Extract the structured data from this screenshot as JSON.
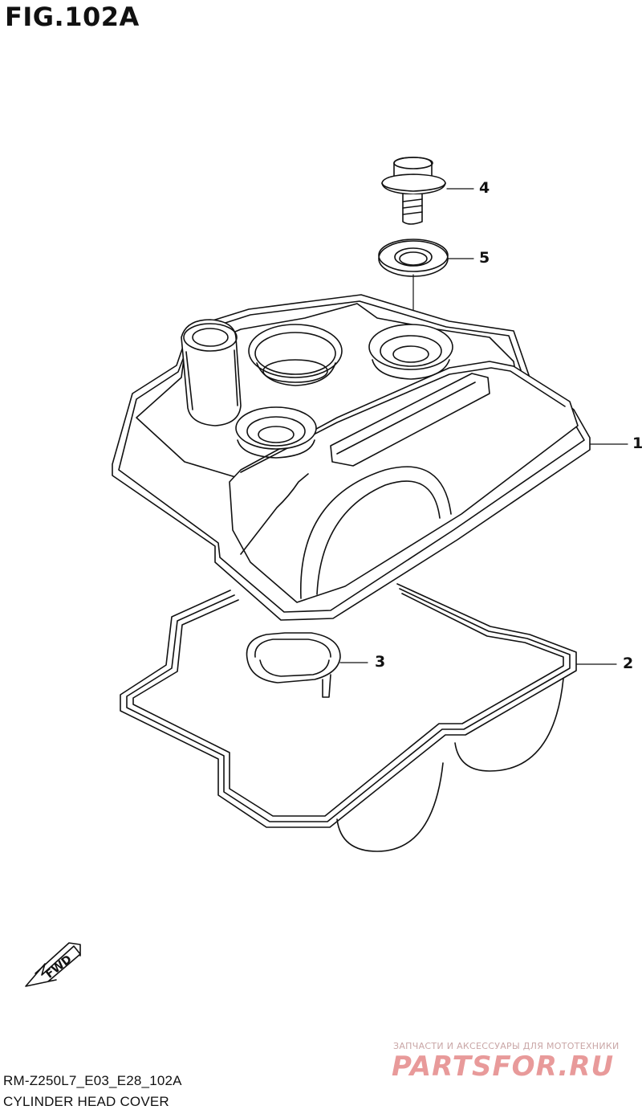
{
  "figure": {
    "title": "FIG.102A"
  },
  "callouts": [
    {
      "id": "1",
      "label": "1"
    },
    {
      "id": "2",
      "label": "2"
    },
    {
      "id": "3",
      "label": "3"
    },
    {
      "id": "4",
      "label": "4"
    },
    {
      "id": "5",
      "label": "5"
    }
  ],
  "fwd_arrow": {
    "label": "FWD"
  },
  "footer": {
    "code": "RM-Z250L7_E03_E28_102A",
    "name": "CYLINDER HEAD COVER"
  },
  "watermark": {
    "tagline": "ЗАПЧАСТИ И АКСЕССУАРЫ ДЛЯ МОТОТЕХНИКИ",
    "logo": "PARTSFOR.RU"
  },
  "colors": {
    "line": "#111111",
    "background": "#ffffff",
    "watermark": "#e89a9a"
  }
}
